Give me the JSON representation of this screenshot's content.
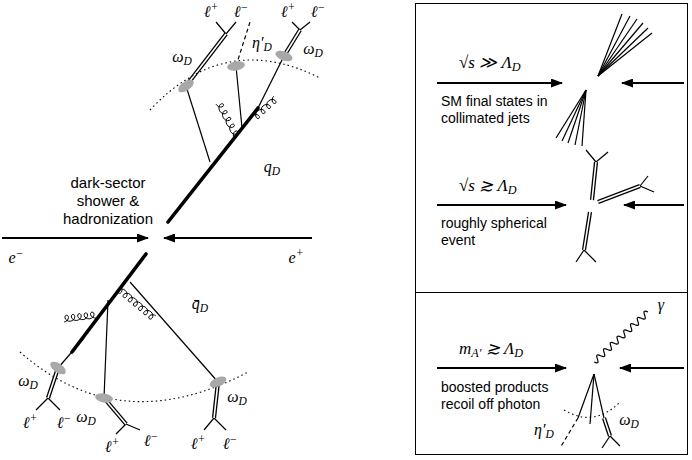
{
  "diagram": {
    "nodes": [
      {
        "text": [
          "√s ≫ ΛD",
          "SM final states in collimated jets",
          "√s ≳ ΛD",
          "roughly spherical event"
        ]
      },
      {
        "text": [
          "mA′ ≳ ΛD",
          "boosted products recoil off photon",
          "γ",
          "η′D",
          "ωD"
        ]
      }
    ],
    "labels": [
      "ℓ+",
      "ℓ−",
      "ωD",
      "η′D",
      "ℓ+",
      "ℓ−",
      "ωD",
      "dark-sector shower & hadronization",
      "qD",
      "e−",
      "e+",
      "q̄D",
      "ωD",
      "ℓ+",
      "ℓ−",
      "ωD",
      "ℓ+",
      "ℓ−",
      "ωD",
      "ℓ+",
      "ℓ−"
    ]
  }
}
